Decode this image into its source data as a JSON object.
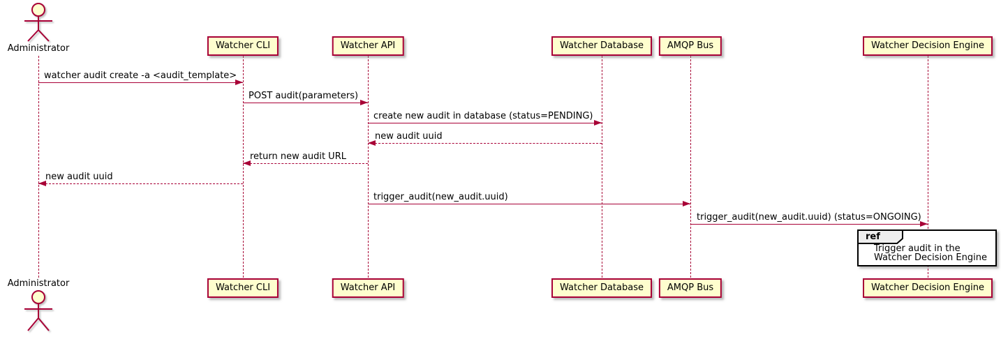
{
  "diagram": {
    "type": "uml-sequence",
    "actor": {
      "name": "Administrator"
    },
    "participants": [
      {
        "name": "Watcher CLI"
      },
      {
        "name": "Watcher API"
      },
      {
        "name": "Watcher Database"
      },
      {
        "name": "AMQP Bus"
      },
      {
        "name": "Watcher Decision Engine"
      }
    ],
    "messages": [
      {
        "from": "Administrator",
        "to": "Watcher CLI",
        "text": "watcher audit create -a <audit_template>",
        "line": "solid",
        "direction": "right"
      },
      {
        "from": "Watcher CLI",
        "to": "Watcher API",
        "text": "POST audit(parameters)",
        "line": "solid",
        "direction": "right"
      },
      {
        "from": "Watcher API",
        "to": "Watcher Database",
        "text": "create new audit in database (status=PENDING)",
        "line": "solid",
        "direction": "right"
      },
      {
        "from": "Watcher Database",
        "to": "Watcher API",
        "text": "new audit uuid",
        "line": "dashed",
        "direction": "left"
      },
      {
        "from": "Watcher API",
        "to": "Watcher CLI",
        "text": "return new audit URL",
        "line": "dashed",
        "direction": "left"
      },
      {
        "from": "Watcher CLI",
        "to": "Administrator",
        "text": "new audit uuid",
        "line": "dashed",
        "direction": "left"
      },
      {
        "from": "Watcher API",
        "to": "AMQP Bus",
        "text": "trigger_audit(new_audit.uuid)",
        "line": "solid",
        "direction": "right"
      },
      {
        "from": "AMQP Bus",
        "to": "Watcher Decision Engine",
        "text": "trigger_audit(new_audit.uuid) (status=ONGOING)",
        "line": "solid",
        "direction": "right"
      }
    ],
    "ref": {
      "keyword": "ref",
      "line1": "Trigger audit in the",
      "line2": "Watcher Decision Engine"
    },
    "colors": {
      "participant_fill": "#FEFECE",
      "participant_border": "#A80036",
      "lifeline": "#A80036",
      "arrow": "#A80036",
      "text": "#000000",
      "ref_border": "#000000",
      "ref_tab_fill": "#EEEEEE",
      "background": "#FFFFFF"
    }
  }
}
